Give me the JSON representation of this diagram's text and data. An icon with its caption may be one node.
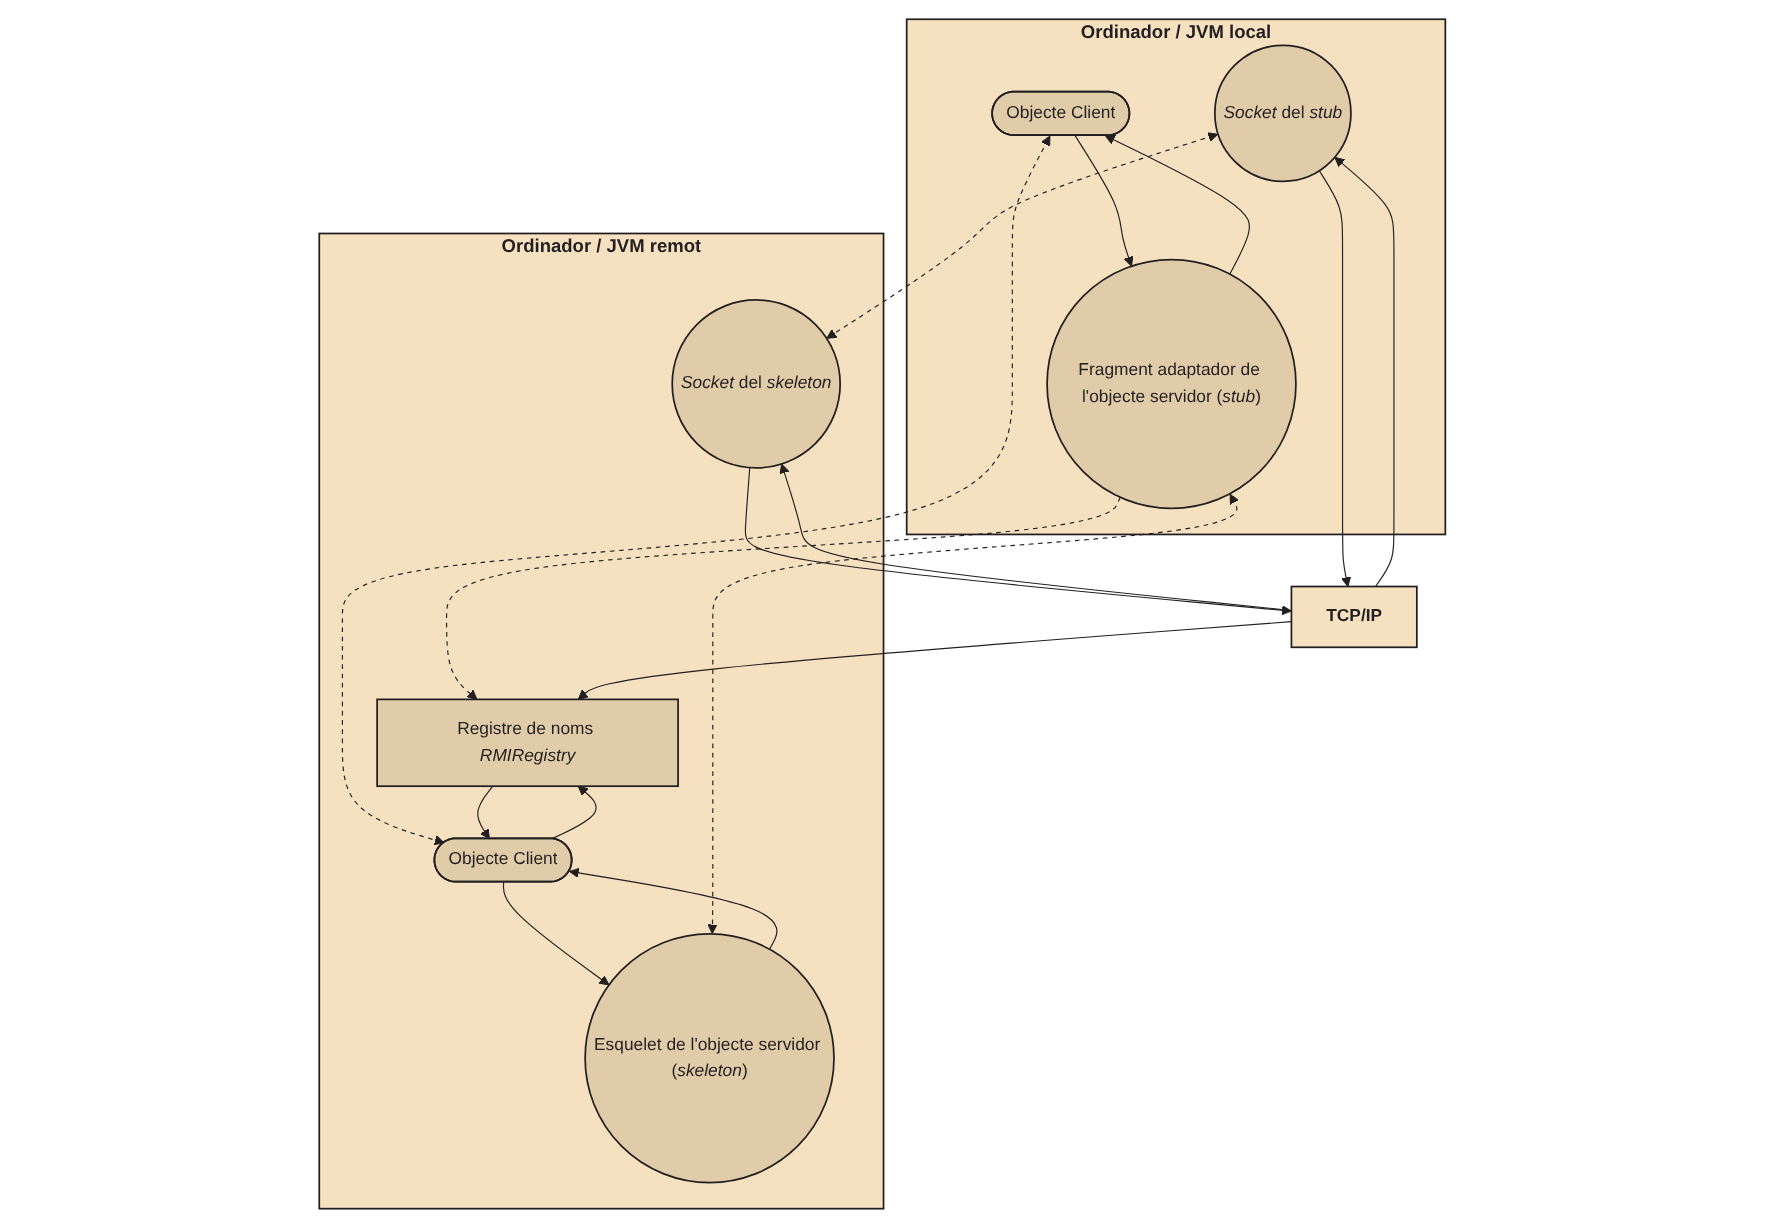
{
  "diagram": {
    "nodes": [
      {
        "text": [
          "Ordinador / JVM local"
        ]
      },
      {
        "text": [
          "Objecte Client"
        ],
        "in": 0
      },
      {
        "text": [
          "Fragment adaptador de l'objecte servidor (*stub*)"
        ],
        "in": 0
      },
      {
        "text": [
          "*Socket* del *stub*"
        ],
        "in": 0
      },
      {
        "text": [
          "Ordinador / JVM remot"
        ]
      },
      {
        "text": [
          "Objecte Client"
        ],
        "in": 4
      },
      {
        "text": [
          "Registre de noms *RMIRegistry*"
        ],
        "in": 4
      },
      {
        "text": [
          "Esquelet de l'objecte servidor (*skeleton*)"
        ],
        "in": 4
      },
      {
        "text": [
          "*Socket* del *skeleton*"
        ],
        "in": 4
      },
      {
        "text": [
          "TCP/IP"
        ]
      }
    ],
    "edges": [
      {
        "from": 2,
        "to": 1,
        "arrow": "to"
      },
      {
        "from": 1,
        "to": 2,
        "arrow": "to"
      },
      {
        "from": 1,
        "to": 5,
        "arrow": "both",
        "style": "dashed"
      },
      {
        "from": 2,
        "to": 6,
        "arrow": "to",
        "style": "dashed"
      },
      {
        "from": 6,
        "to": 5,
        "arrow": "to"
      },
      {
        "from": 5,
        "to": 6,
        "arrow": "to"
      },
      {
        "from": 7,
        "to": 5,
        "arrow": "to"
      },
      {
        "from": 5,
        "to": 7,
        "arrow": "to"
      },
      {
        "from": 2,
        "to": 7,
        "arrow": "both",
        "style": "dashed"
      },
      {
        "from": 3,
        "to": 8,
        "arrow": "both",
        "style": "dashed"
      },
      {
        "from": 9,
        "to": 6,
        "arrow": "to"
      },
      {
        "from": 3,
        "to": 9,
        "arrow": "to"
      },
      {
        "from": 9,
        "to": 3,
        "arrow": "to"
      },
      {
        "from": 8,
        "to": 9,
        "arrow": "to"
      },
      {
        "from": 9,
        "to": 8,
        "arrow": "to"
      }
    ]
  }
}
